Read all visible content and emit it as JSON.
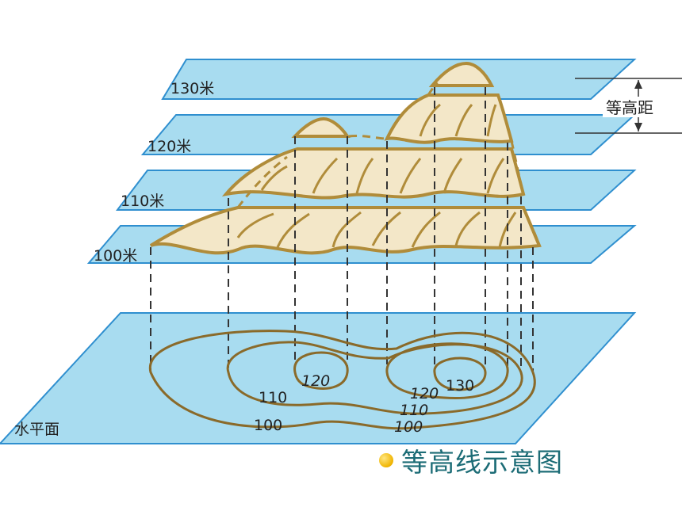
{
  "planes": {
    "p130": "130米",
    "p120": "120米",
    "p110": "110米",
    "p100": "100米"
  },
  "interval_label": "等高距",
  "base_label": "水平面",
  "contours": {
    "left_120": "120",
    "left_110": "110",
    "left_100": "100",
    "right_130": "130",
    "right_120": "120",
    "right_110": "110",
    "right_100": "100"
  },
  "caption": "等高线示意图",
  "colors": {
    "plane_fill": "#a8dcf0",
    "plane_stroke": "#2f8fcf",
    "mountain": "#b08c3a",
    "rock": "#f3e7c8",
    "caption_text": "#1c6c76"
  }
}
